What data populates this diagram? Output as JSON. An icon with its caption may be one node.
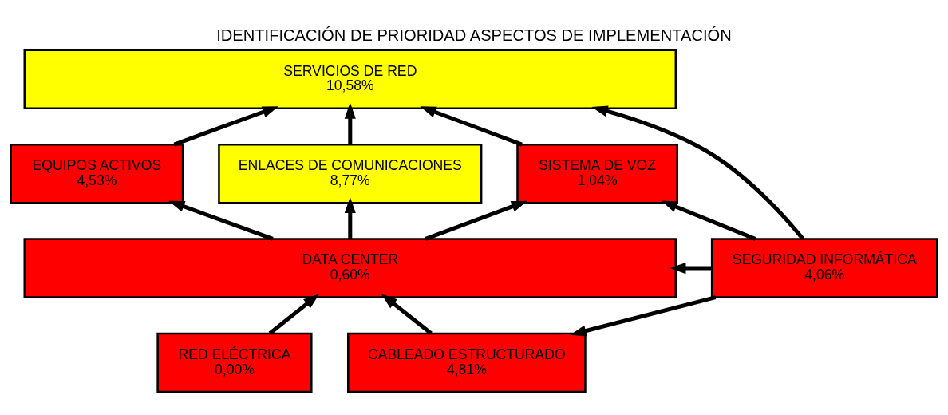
{
  "diagram": {
    "title": "IDENTIFICACIÓN DE PRIORIDAD ASPECTOS DE IMPLEMENTACIÓN",
    "nodes": [
      {
        "text": [
          "SERVICIOS DE RED",
          "10,58%"
        ]
      },
      {
        "text": [
          "SEGURIDAD INFORMÁTICA",
          "4,06%"
        ]
      },
      {
        "text": [
          "EQUIPOS ACTIVOS",
          "4,53%"
        ]
      },
      {
        "text": [
          "ENLACES DE COMUNICACIONES",
          "8,77%"
        ]
      },
      {
        "text": [
          "SISTEMA DE VOZ",
          "1,04%"
        ]
      },
      {
        "text": [
          "DATA CENTER",
          "0,60%"
        ]
      },
      {
        "text": [
          "RED ELÉCTRICA",
          "0,00%"
        ]
      },
      {
        "text": [
          "CABLEADO ESTRUCTURADO",
          "4,81%"
        ]
      }
    ],
    "edges": [
      {
        "from": 2,
        "to": 0,
        "arrow": "to"
      },
      {
        "from": 3,
        "to": 0,
        "arrow": "to"
      },
      {
        "from": 4,
        "to": 0,
        "arrow": "to"
      },
      {
        "from": 1,
        "to": 0,
        "arrow": "to"
      },
      {
        "from": 5,
        "to": 2,
        "arrow": "to"
      },
      {
        "from": 5,
        "to": 3,
        "arrow": "to"
      },
      {
        "from": 5,
        "to": 4,
        "arrow": "to"
      },
      {
        "from": 1,
        "to": 4,
        "arrow": "to"
      },
      {
        "from": 6,
        "to": 5,
        "arrow": "to"
      },
      {
        "from": 7,
        "to": 5,
        "arrow": "to"
      },
      {
        "from": 1,
        "to": 5,
        "arrow": "to"
      },
      {
        "from": 1,
        "to": 7,
        "arrow": "to"
      }
    ]
  }
}
